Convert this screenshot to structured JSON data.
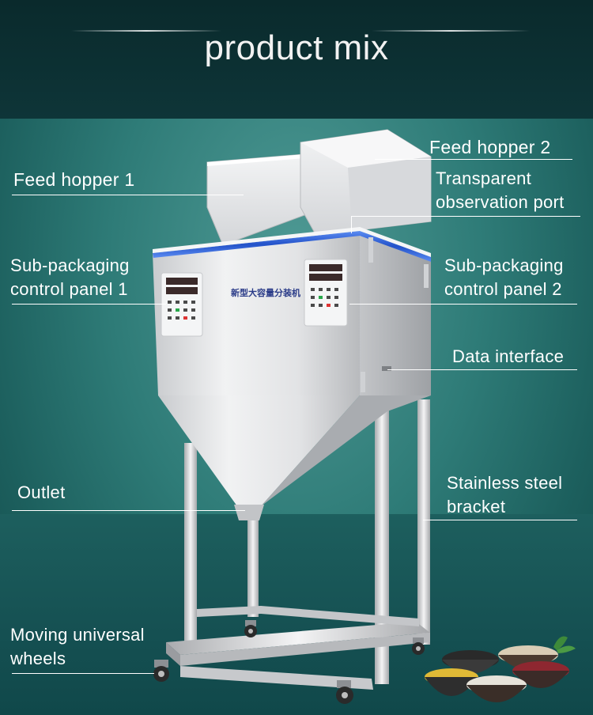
{
  "header": {
    "title": "product mix"
  },
  "machine": {
    "panel_badge_text": "新型大容量分装机"
  },
  "labels": {
    "feed_hopper_1": "Feed hopper 1",
    "feed_hopper_2": "Feed hopper 2",
    "observation_port_line1": "Transparent",
    "observation_port_line2": "observation port",
    "control_panel_1_line1": "Sub-packaging",
    "control_panel_1_line2": "control panel 1",
    "control_panel_2_line1": "Sub-packaging",
    "control_panel_2_line2": "control panel 2",
    "data_interface": "Data interface",
    "outlet": "Outlet",
    "bracket_line1": "Stainless steel",
    "bracket_line2": "bracket",
    "wheels_line1": "Moving universal",
    "wheels_line2": "wheels"
  },
  "colors": {
    "header_bg": "#0d3a3d",
    "stage_bg": "#2e7b77",
    "accent_stripe": "#2b5fd8",
    "steel": "#dcdde0"
  }
}
